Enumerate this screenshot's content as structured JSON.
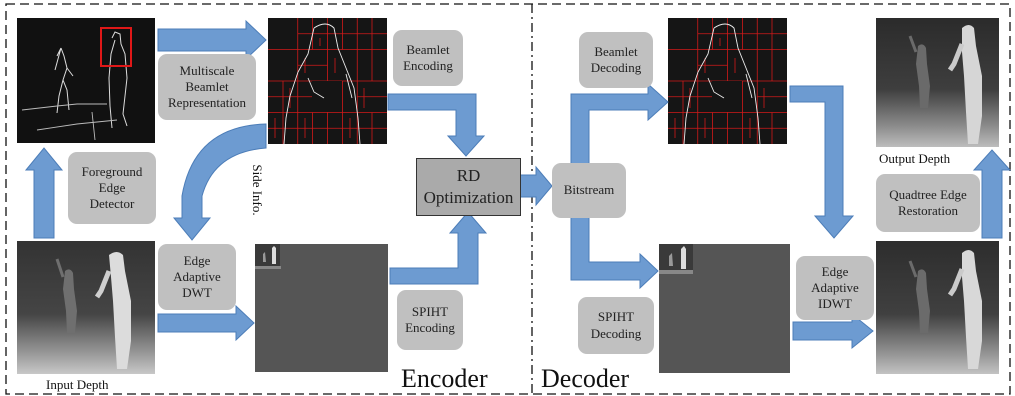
{
  "boxes": {
    "multiscale": "Multiscale\nBeamlet\nRepresentation",
    "beamlet_encoding": "Beamlet\nEncoding",
    "foreground": "Foreground\nEdge\nDetector",
    "edge_dwt": "Edge\nAdaptive\nDWT",
    "rd": "RD\nOptimization",
    "bitstream": "Bitstream",
    "spiht_enc": "SPIHT\nEncoding",
    "beamlet_decoding": "Beamlet\nDecoding",
    "spiht_dec": "SPIHT\nDecoding",
    "edge_idwt": "Edge\nAdaptive\nIDWT",
    "quadtree": "Quadtree Edge\nRestoration"
  },
  "labels": {
    "side_info": "Side Info.",
    "input_depth": "Input Depth",
    "output_depth": "Output Depth",
    "encoder": "Encoder",
    "decoder": "Decoder"
  },
  "colors": {
    "arrow_fill": "#6d9bd1",
    "arrow_stroke": "#4c7db8",
    "box_fill": "#c0c0c0",
    "grid_red": "#d11a1a"
  }
}
